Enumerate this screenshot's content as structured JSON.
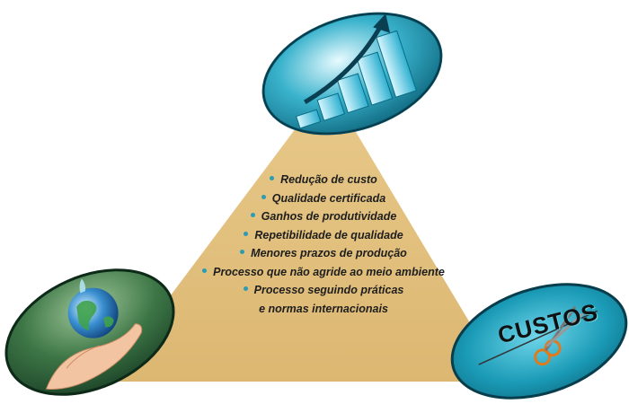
{
  "benefits": [
    "Redução de custo",
    "Qualidade certificada",
    "Ganhos de produtividade",
    "Repetibilidade de qualidade",
    "Menores prazos de produção",
    "Processo que não agride ao meio ambiente",
    "Processo seguindo práticas"
  ],
  "benefit_continuation": "e normas internacionais",
  "costs_label": "CUSTOS",
  "colors": {
    "triangle": "#e2c07e",
    "ellipse_blue": "#0f8ba7",
    "ellipse_dark": "#0b3b4a",
    "ellipse_green": "#3f7a4a",
    "bullet": "#2a9cb3"
  },
  "icons": {
    "top": "growth-bar-chart-icon",
    "bottom_left": "hand-holding-globe-icon",
    "bottom_right": "costs-scissors-icon"
  }
}
